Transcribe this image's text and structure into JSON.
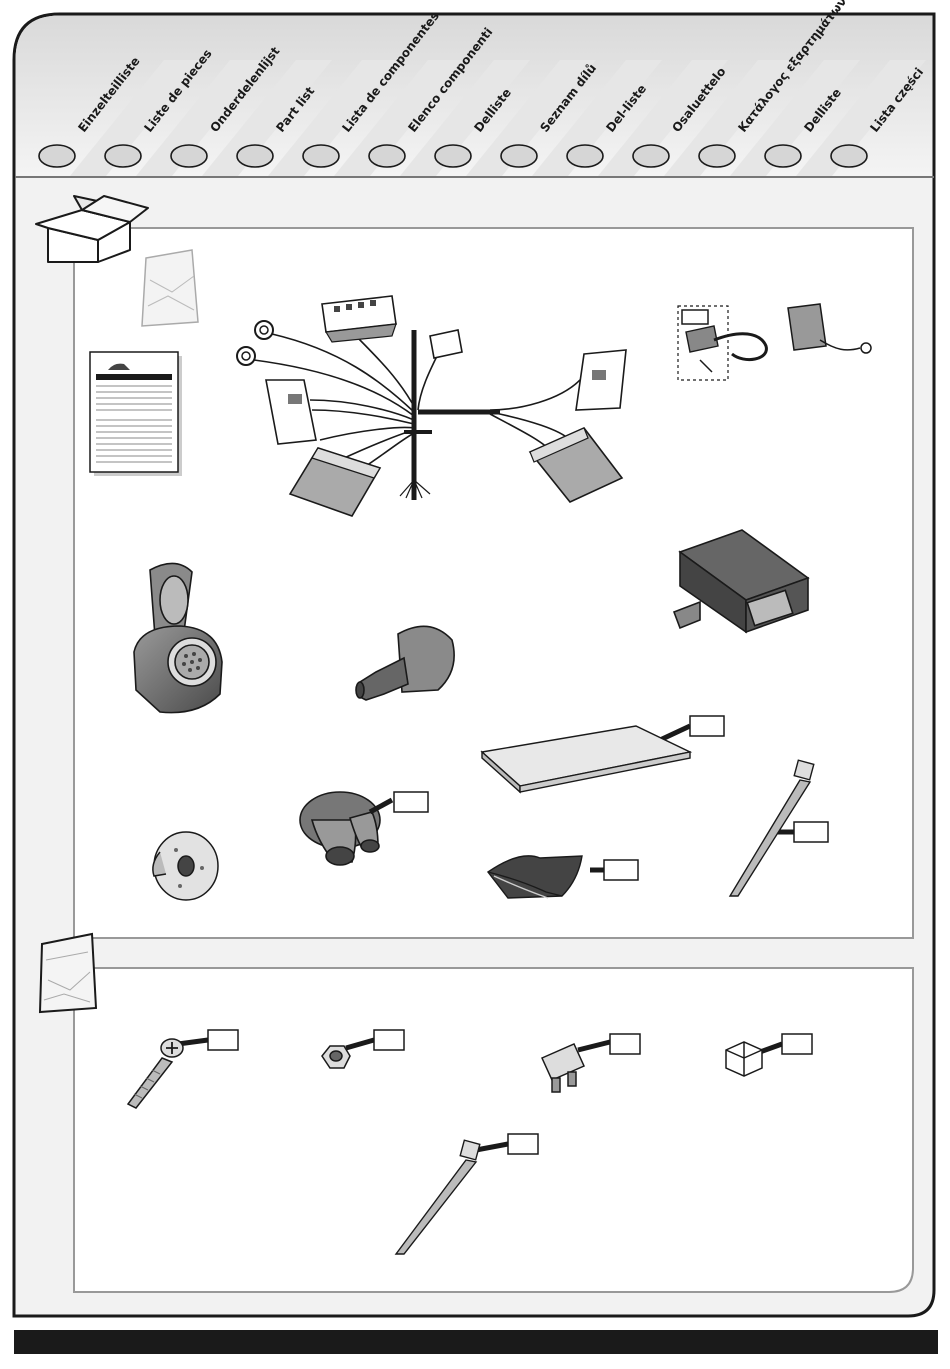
{
  "header": {
    "languages": [
      "Einzelteilliste",
      "Liste de pieces",
      "Onderdelenlijst",
      "Part list",
      "Lista de componentes",
      "Elenco componenti",
      "Delliste",
      "Seznam dílů",
      "Del-liste",
      "Osaluettelo",
      "Κατάλογος εξαρτημάτων",
      "Delliste",
      "Lista części"
    ]
  },
  "sections": {
    "box": {
      "icon": "cardboard-box-icon"
    },
    "bag": {
      "icon": "plastic-bag-icon"
    }
  },
  "colors": {
    "frame": "#1a1a1a",
    "panel": "#f1f1f1",
    "inner": "#ffffff",
    "footer": "#1a1a1a"
  }
}
